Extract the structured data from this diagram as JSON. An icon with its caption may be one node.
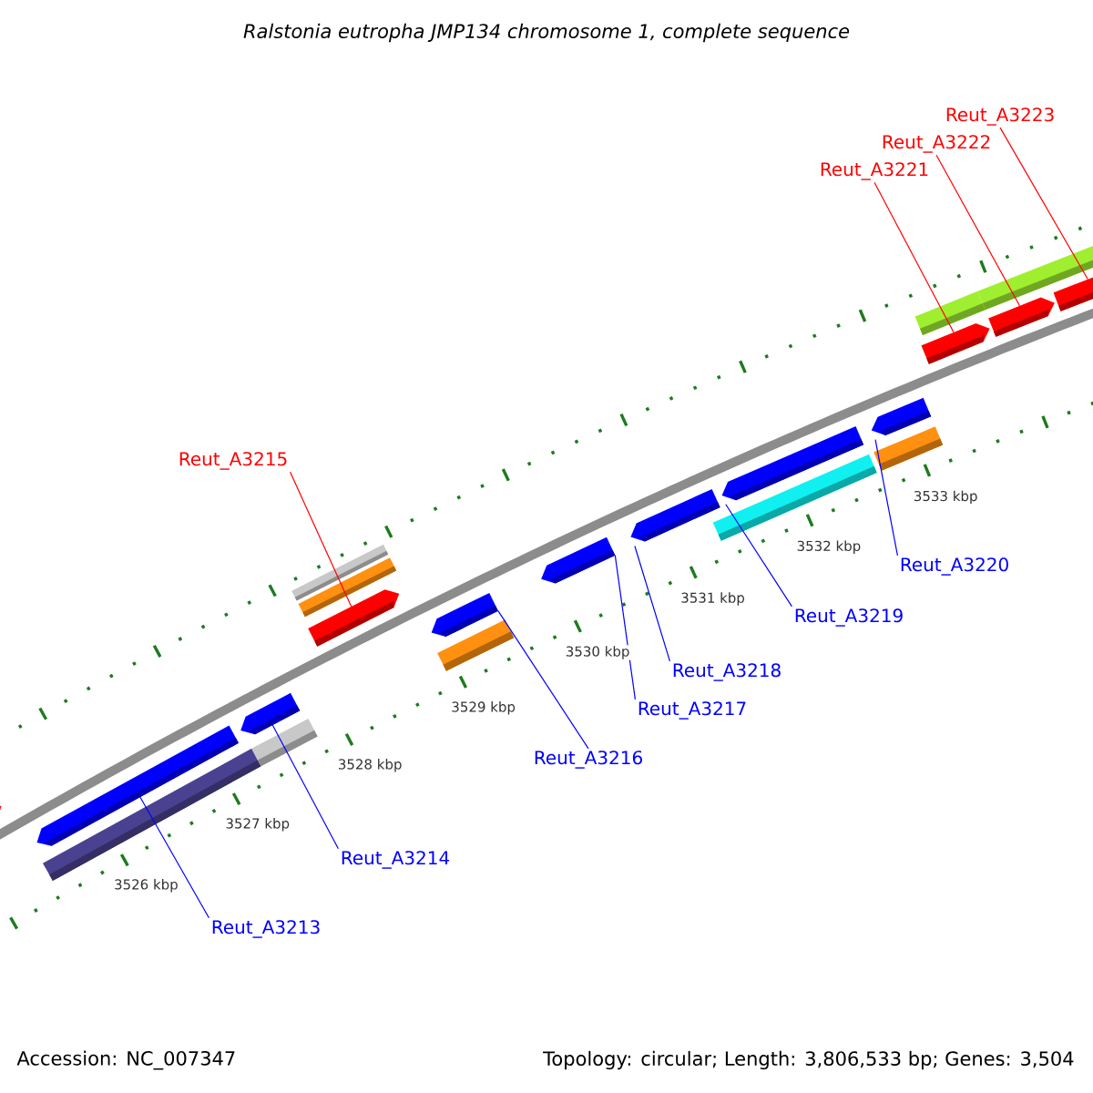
{
  "diagram": {
    "title": "Ralstonia eutropha JMP134 chromosome 1, complete sequence",
    "nodes": [
      {
        "text": [
          "Reut_A3223"
        ]
      },
      {
        "text": [
          "Reut_A3222"
        ]
      },
      {
        "text": [
          "Reut_A3221"
        ]
      },
      {
        "text": [
          "Reut_A3215"
        ]
      },
      {
        "text": [
          "Reut_A3220"
        ]
      },
      {
        "text": [
          "Reut_A3219"
        ]
      },
      {
        "text": [
          "Reut_A3218"
        ]
      },
      {
        "text": [
          "Reut_A3217"
        ]
      },
      {
        "text": [
          "Reut_A3216"
        ]
      },
      {
        "text": [
          "Reut_A3214"
        ]
      },
      {
        "text": [
          "Reut_A3213"
        ]
      },
      {
        "text": [],
        "shape": "bar"
      },
      {
        "text": [],
        "shape": "bar"
      },
      {
        "text": [],
        "shape": "bar"
      },
      {
        "text": [],
        "shape": "bar"
      },
      {
        "text": [],
        "shape": "bar"
      },
      {
        "text": [],
        "shape": "bar"
      },
      {
        "text": [],
        "shape": "bar"
      },
      {
        "text": [],
        "shape": "bar"
      },
      {
        "text": [],
        "shape": "bar"
      },
      {
        "text": [],
        "shape": "bar"
      },
      {
        "text": [],
        "shape": "bar"
      },
      {
        "text": [],
        "shape": "bar"
      }
    ],
    "edges": [
      {
        "from": 0,
        "to": 22,
        "arrow": "none",
        "color": "#ff0000"
      },
      {
        "from": 1,
        "to": 21,
        "arrow": "none",
        "color": "#ff0000"
      },
      {
        "from": 2,
        "to": 20,
        "arrow": "none",
        "color": "#ff0000"
      },
      {
        "from": 3,
        "to": 14,
        "arrow": "none",
        "color": "#ff0000"
      },
      {
        "from": 4,
        "to": 19,
        "arrow": "none"
      },
      {
        "from": 5,
        "to": 18,
        "arrow": "none"
      },
      {
        "from": 6,
        "to": 17,
        "arrow": "none"
      },
      {
        "from": 7,
        "to": 16,
        "arrow": "none"
      },
      {
        "from": 8,
        "to": 15,
        "arrow": "none"
      },
      {
        "from": 9,
        "to": 13,
        "arrow": "none"
      },
      {
        "from": 10,
        "to": 12,
        "arrow": "none"
      }
    ],
    "labels": [
      "3533 kbp",
      "3532 kbp",
      "3531 kbp",
      "3530 kbp",
      "3529 kbp",
      "3528 kbp",
      "3527 kbp",
      "3526 kbp",
      "Accession: NC_007347",
      "Topology: circular; Length: 3,806,533 bp; Genes: 3,504"
    ]
  }
}
